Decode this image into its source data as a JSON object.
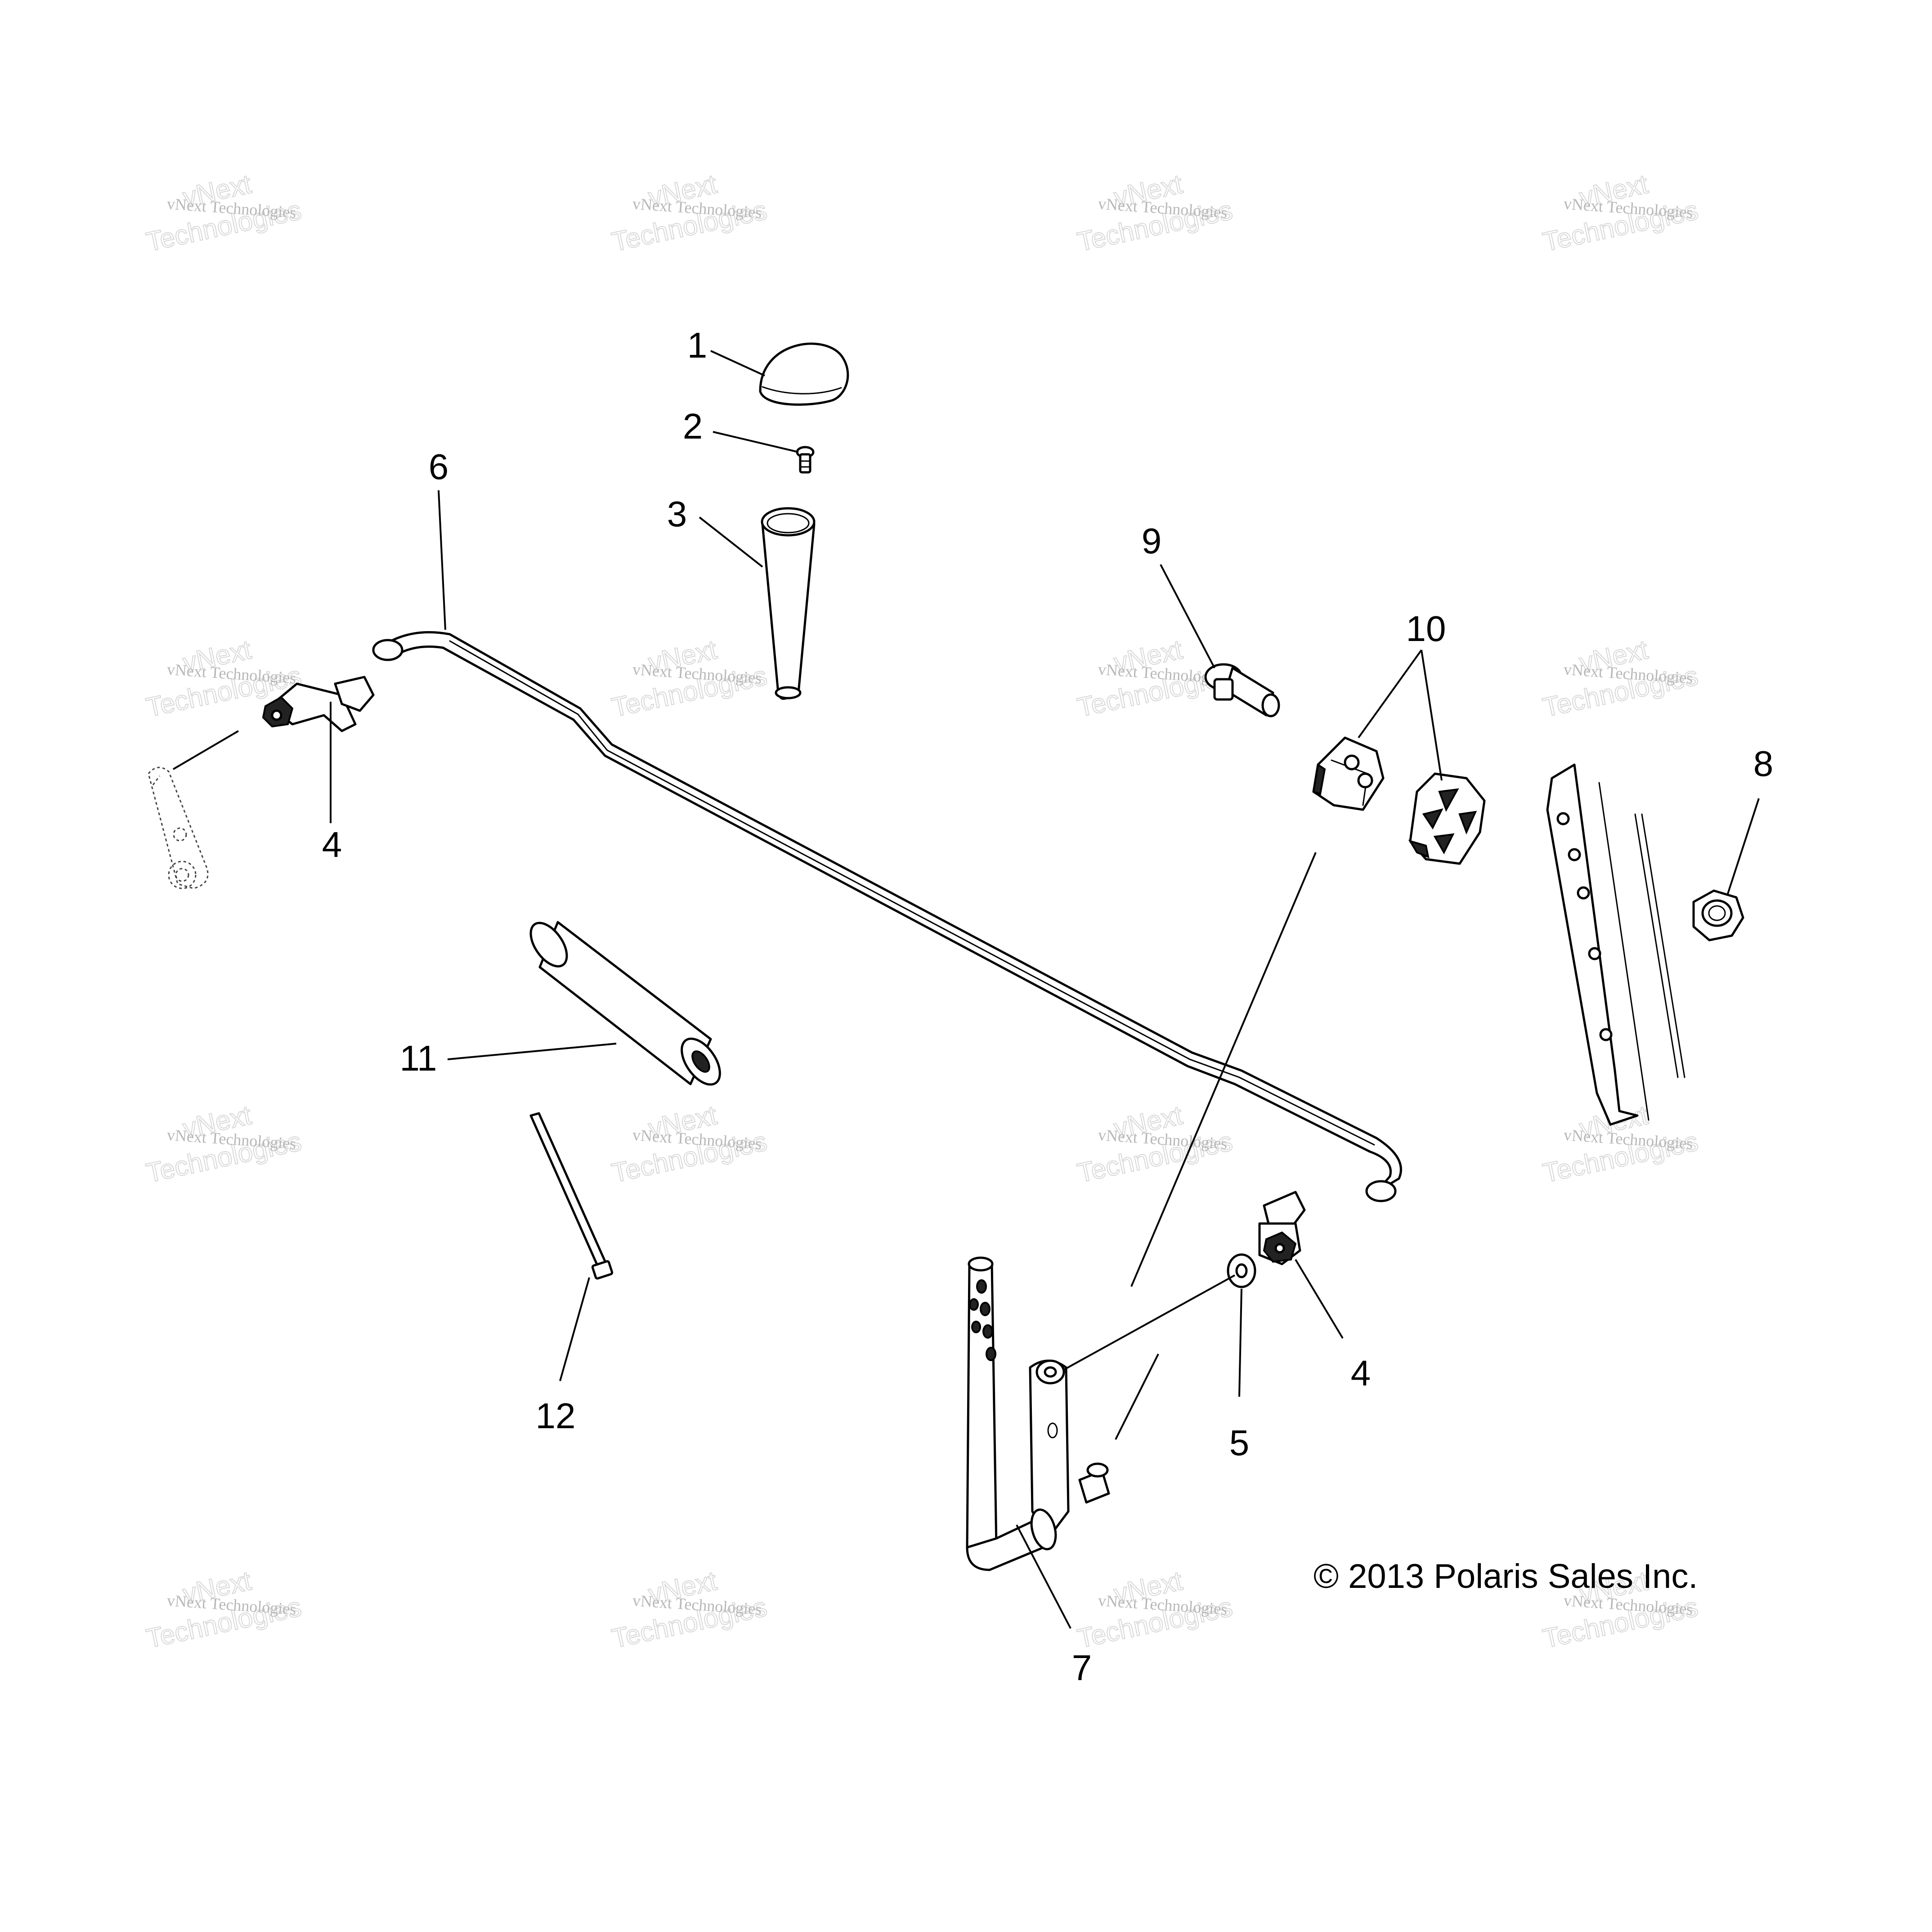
{
  "diagram": {
    "callouts": [
      {
        "id": "callout-1",
        "label": "1"
      },
      {
        "id": "callout-2",
        "label": "2"
      },
      {
        "id": "callout-3",
        "label": "3"
      },
      {
        "id": "callout-4-left",
        "label": "4"
      },
      {
        "id": "callout-4-right",
        "label": "4"
      },
      {
        "id": "callout-5",
        "label": "5"
      },
      {
        "id": "callout-6",
        "label": "6"
      },
      {
        "id": "callout-7",
        "label": "7"
      },
      {
        "id": "callout-8",
        "label": "8"
      },
      {
        "id": "callout-9",
        "label": "9"
      },
      {
        "id": "callout-10",
        "label": "10"
      },
      {
        "id": "callout-11",
        "label": "11"
      },
      {
        "id": "callout-12",
        "label": "12"
      }
    ],
    "copyright": "© 2013 Polaris Sales Inc.",
    "watermark": {
      "line1": "vNext Technologies",
      "line2a": "vNext",
      "line2b": "Technologies"
    }
  }
}
